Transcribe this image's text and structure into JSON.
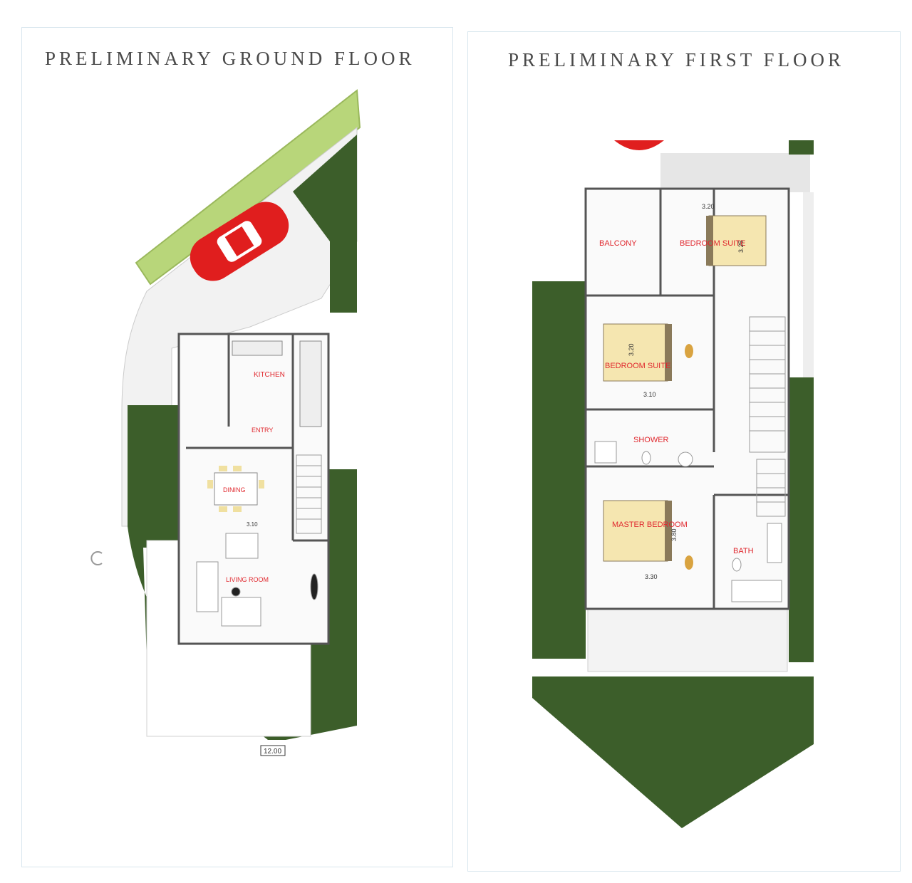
{
  "ground_floor": {
    "title": "PRELIMINARY GROUND FLOOR",
    "rooms": {
      "kitchen": "KITCHEN",
      "entry": "ENTRY",
      "dining": "DINING",
      "living": "LIVING ROOM"
    },
    "dimensions": {
      "dining_width": "3.10",
      "level": "12.00"
    }
  },
  "first_floor": {
    "title": "PRELIMINARY FIRST FLOOR",
    "rooms": {
      "balcony": "BALCONY",
      "bedroom_suite_1": "BEDROOM SUITE",
      "bedroom_suite_2": "BEDROOM SUITE",
      "shower": "SHOWER",
      "master_bedroom": "MASTER BEDROOM",
      "bath": "BATH"
    },
    "dimensions": {
      "suite1_width": "3.20",
      "suite1_depth": "3.25",
      "suite2_depth": "3.20",
      "suite2_width": "3.10",
      "master_depth": "3.80",
      "master_width": "3.30"
    }
  },
  "colors": {
    "lawn": "#3c5e2a",
    "hedge": "#b8d67a",
    "car": "#e01e1e",
    "room_label": "#e0282e",
    "bed": "#f5e6b0",
    "paving": "#dcdcdc"
  }
}
